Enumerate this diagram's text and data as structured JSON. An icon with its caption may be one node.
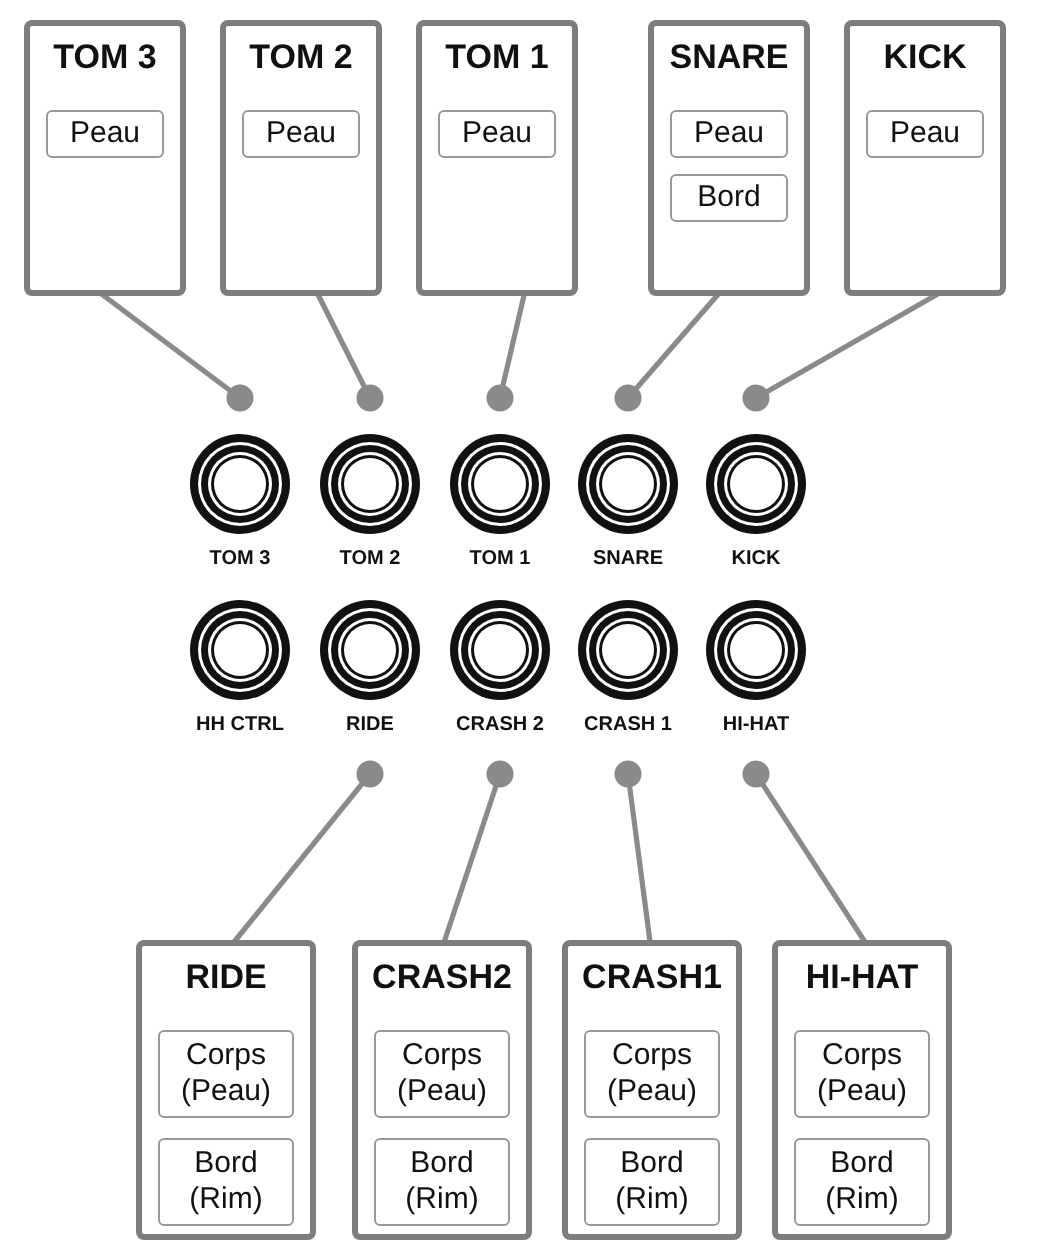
{
  "diagram": {
    "nodes": [
      {
        "text": [
          "TOM 3"
        ]
      },
      {
        "text": [
          "Peau"
        ],
        "in": 0
      },
      {
        "text": [
          "TOM 2"
        ]
      },
      {
        "text": [
          "Peau"
        ],
        "in": 2
      },
      {
        "text": [
          "TOM 1"
        ]
      },
      {
        "text": [
          "Peau"
        ],
        "in": 4
      },
      {
        "text": [
          "SNARE"
        ]
      },
      {
        "text": [
          "Peau"
        ],
        "in": 6
      },
      {
        "text": [
          "Bord"
        ],
        "in": 6
      },
      {
        "text": [
          "KICK"
        ]
      },
      {
        "text": [
          "Peau"
        ],
        "in": 9
      },
      {
        "text": [
          "TOM 3"
        ]
      },
      {
        "text": [
          "TOM 2"
        ]
      },
      {
        "text": [
          "TOM 1"
        ]
      },
      {
        "text": [
          "SNARE"
        ]
      },
      {
        "text": [
          "KICK"
        ]
      },
      {
        "text": [
          "HH CTRL"
        ]
      },
      {
        "text": [
          "RIDE"
        ]
      },
      {
        "text": [
          "CRASH 2"
        ]
      },
      {
        "text": [
          "CRASH 1"
        ]
      },
      {
        "text": [
          "HI-HAT"
        ]
      },
      {
        "text": [
          "RIDE"
        ]
      },
      {
        "text": [
          "Corps (Peau)"
        ],
        "in": 21
      },
      {
        "text": [
          "Bord (Rim)"
        ],
        "in": 21
      },
      {
        "text": [
          "CRASH2"
        ]
      },
      {
        "text": [
          "Corps (Peau)"
        ],
        "in": 24
      },
      {
        "text": [
          "Bord (Rim)"
        ],
        "in": 24
      },
      {
        "text": [
          "CRASH1"
        ]
      },
      {
        "text": [
          "Corps (Peau)"
        ],
        "in": 27
      },
      {
        "text": [
          "Bord (Rim)"
        ],
        "in": 27
      },
      {
        "text": [
          "HI-HAT"
        ]
      },
      {
        "text": [
          "Corps (Peau)"
        ],
        "in": 30
      },
      {
        "text": [
          "Bord (Rim)"
        ],
        "in": 30
      }
    ],
    "edges": [
      {
        "from": 0,
        "to": 11,
        "arrow": "other"
      },
      {
        "from": 2,
        "to": 12,
        "arrow": "other"
      },
      {
        "from": 4,
        "to": 13,
        "arrow": "other"
      },
      {
        "from": 6,
        "to": 14,
        "arrow": "other"
      },
      {
        "from": 9,
        "to": 15,
        "arrow": "other"
      },
      {
        "from": 21,
        "to": 17,
        "arrow": "other"
      },
      {
        "from": 24,
        "to": 18,
        "arrow": "other"
      },
      {
        "from": 27,
        "to": 19,
        "arrow": "other"
      },
      {
        "from": 30,
        "to": 20,
        "arrow": "other"
      }
    ]
  }
}
